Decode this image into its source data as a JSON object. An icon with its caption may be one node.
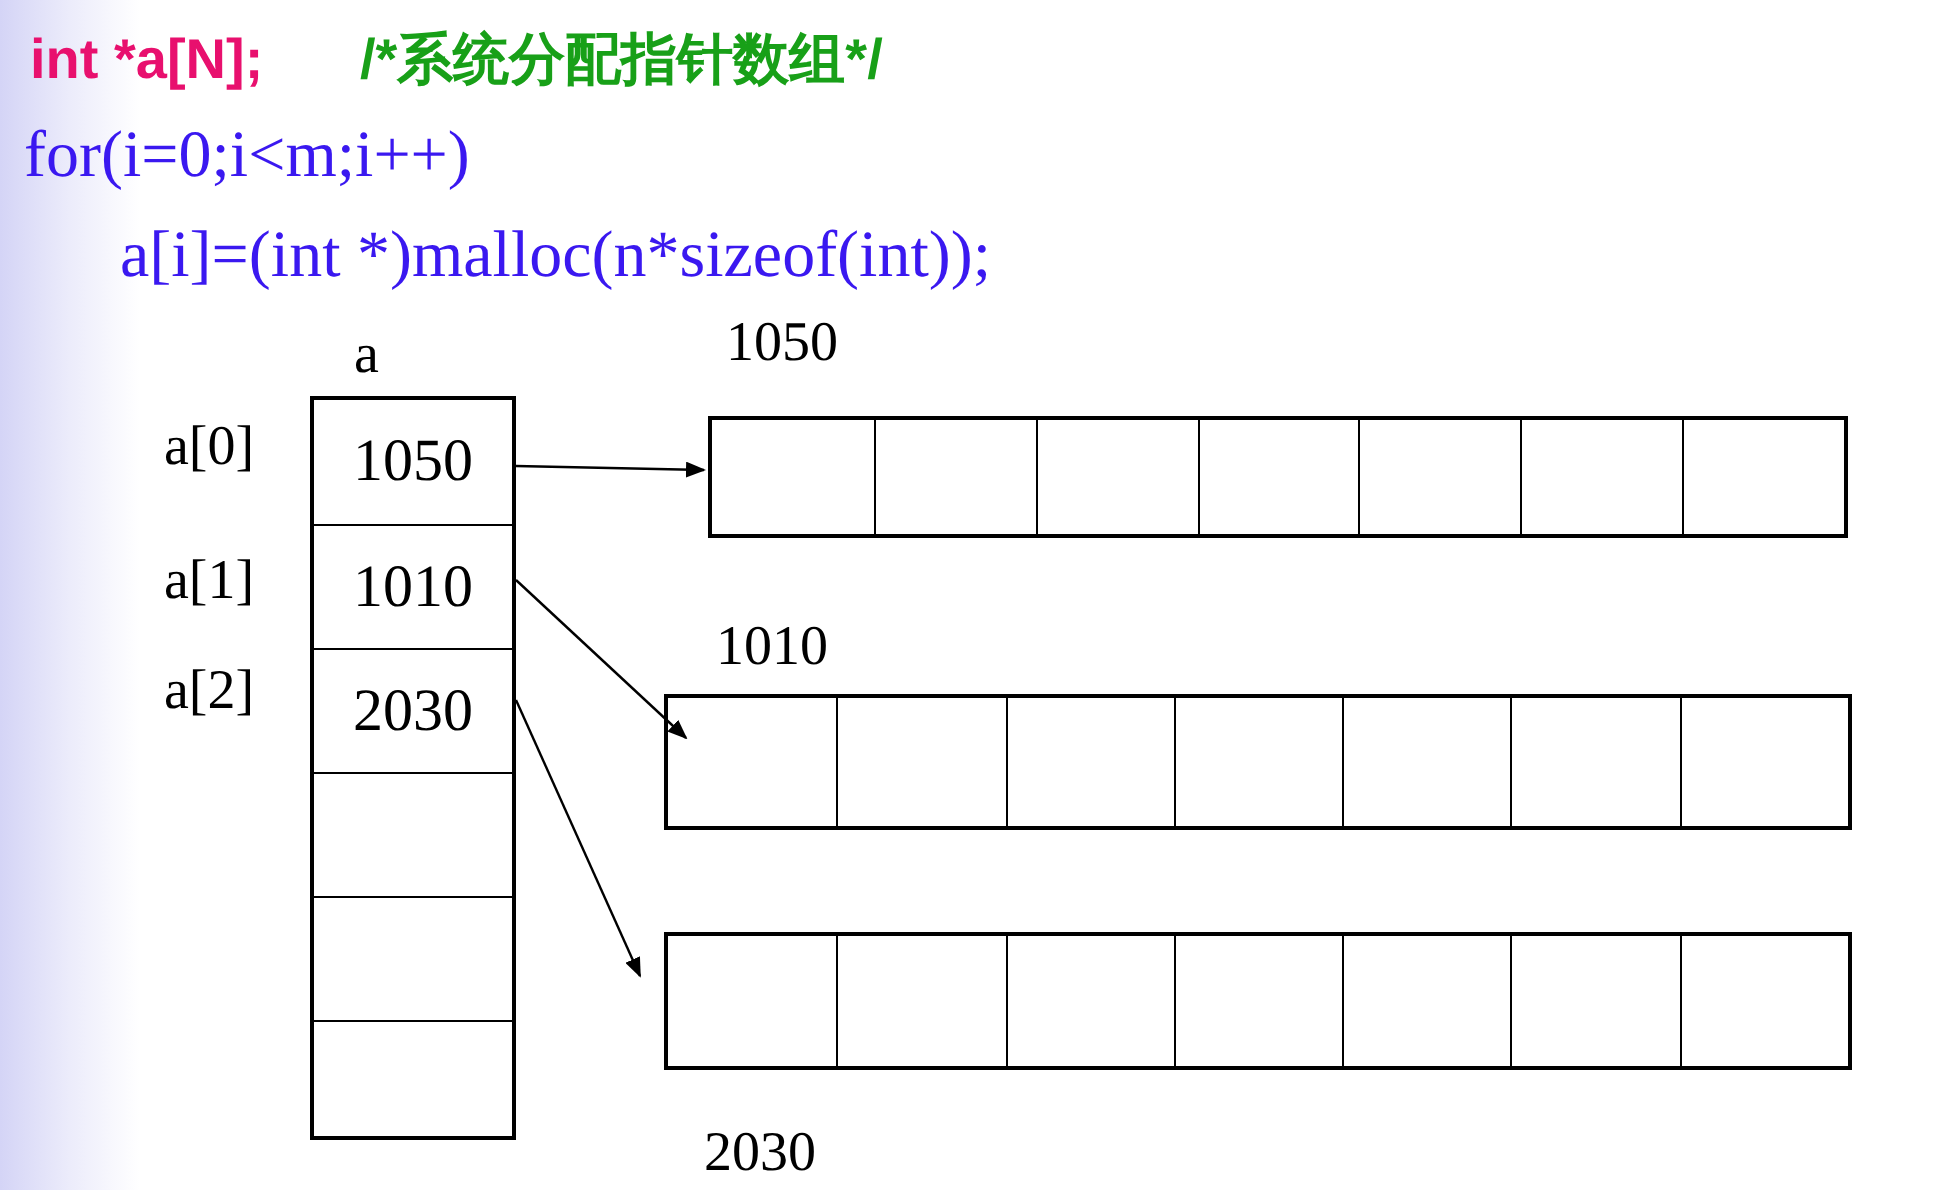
{
  "diagram": {
    "nodes": [
      {
        "text": [],
        "shape": "box",
        "beside": [
          "a"
        ]
      },
      {
        "text": [
          "1050"
        ],
        "in": 0,
        "beside": [
          "a[0]"
        ]
      },
      {
        "text": [
          "1010"
        ],
        "in": 0,
        "beside": [
          "a[1]"
        ]
      },
      {
        "text": [
          "2030"
        ],
        "in": 0,
        "beside": [
          "a[2]"
        ]
      },
      {
        "text": [],
        "shape": "box",
        "in": 0
      },
      {
        "text": [],
        "shape": "box",
        "in": 0
      },
      {
        "text": [],
        "shape": "box",
        "in": 0
      },
      {
        "text": [],
        "shape": "box",
        "beside": [
          "1050"
        ]
      },
      {
        "text": [],
        "shape": "box",
        "beside": [
          "1010"
        ]
      },
      {
        "text": [],
        "shape": "box",
        "beside": [
          "2030"
        ]
      }
    ],
    "edges": [
      {
        "from": 1,
        "to": 7,
        "arrow": "to"
      },
      {
        "from": 2,
        "to": 8,
        "arrow": "to"
      },
      {
        "from": 3,
        "to": 9,
        "arrow": "to"
      }
    ],
    "labels": [
      "int *a[N];",
      "/*系统分配指针数组*/",
      "for(i=0;i<m;i++)",
      "a[i]=(int *)malloc(n*sizeof(int));"
    ]
  }
}
